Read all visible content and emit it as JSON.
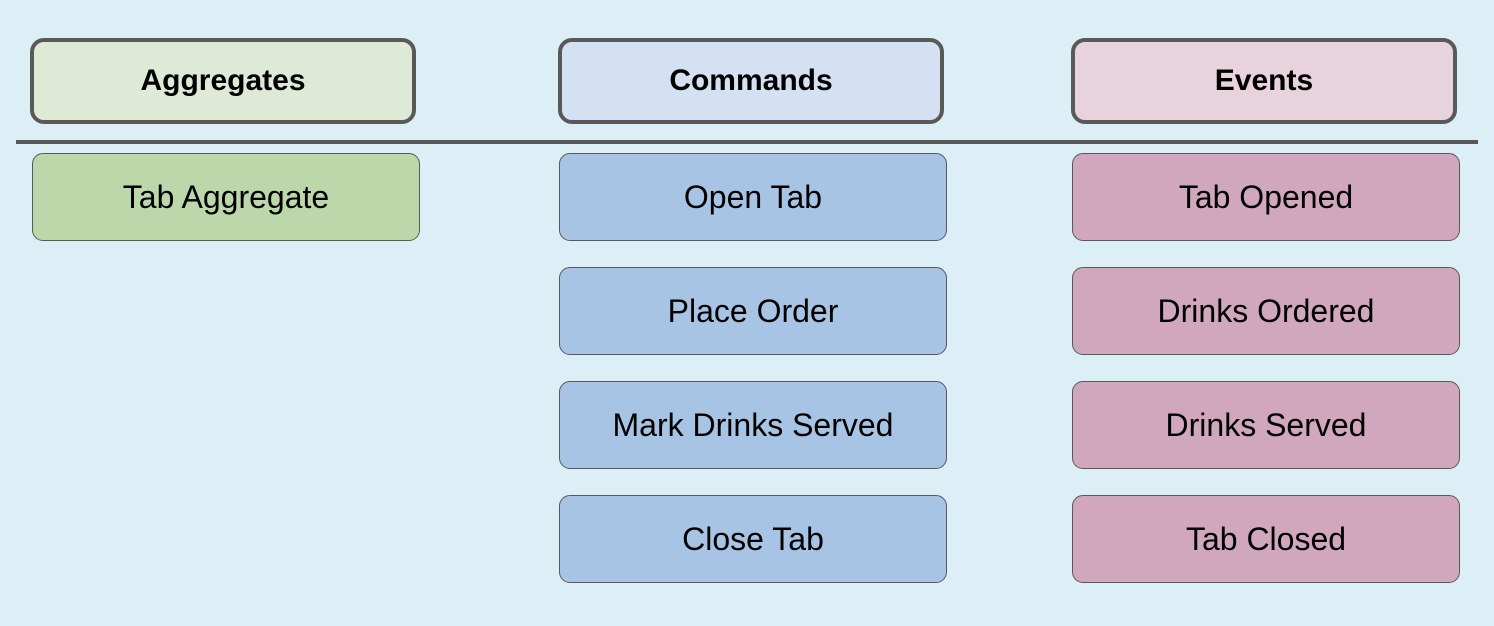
{
  "columns": {
    "aggregates": {
      "title": "Aggregates",
      "items": [
        "Tab Aggregate"
      ]
    },
    "commands": {
      "title": "Commands",
      "items": [
        "Open Tab",
        "Place Order",
        "Mark Drinks Served",
        "Close Tab"
      ]
    },
    "events": {
      "title": "Events",
      "items": [
        "Tab Opened",
        "Drinks Ordered",
        "Drinks Served",
        "Tab Closed"
      ]
    }
  },
  "colors": {
    "background": "#dceef6",
    "aggregate_header": "#deead6",
    "aggregate_card": "#bcd8aa",
    "command_header": "#d4e1f2",
    "command_card": "#a7c4e4",
    "event_header": "#e8d3dd",
    "event_card": "#d0a7bd",
    "border": "#595959"
  }
}
